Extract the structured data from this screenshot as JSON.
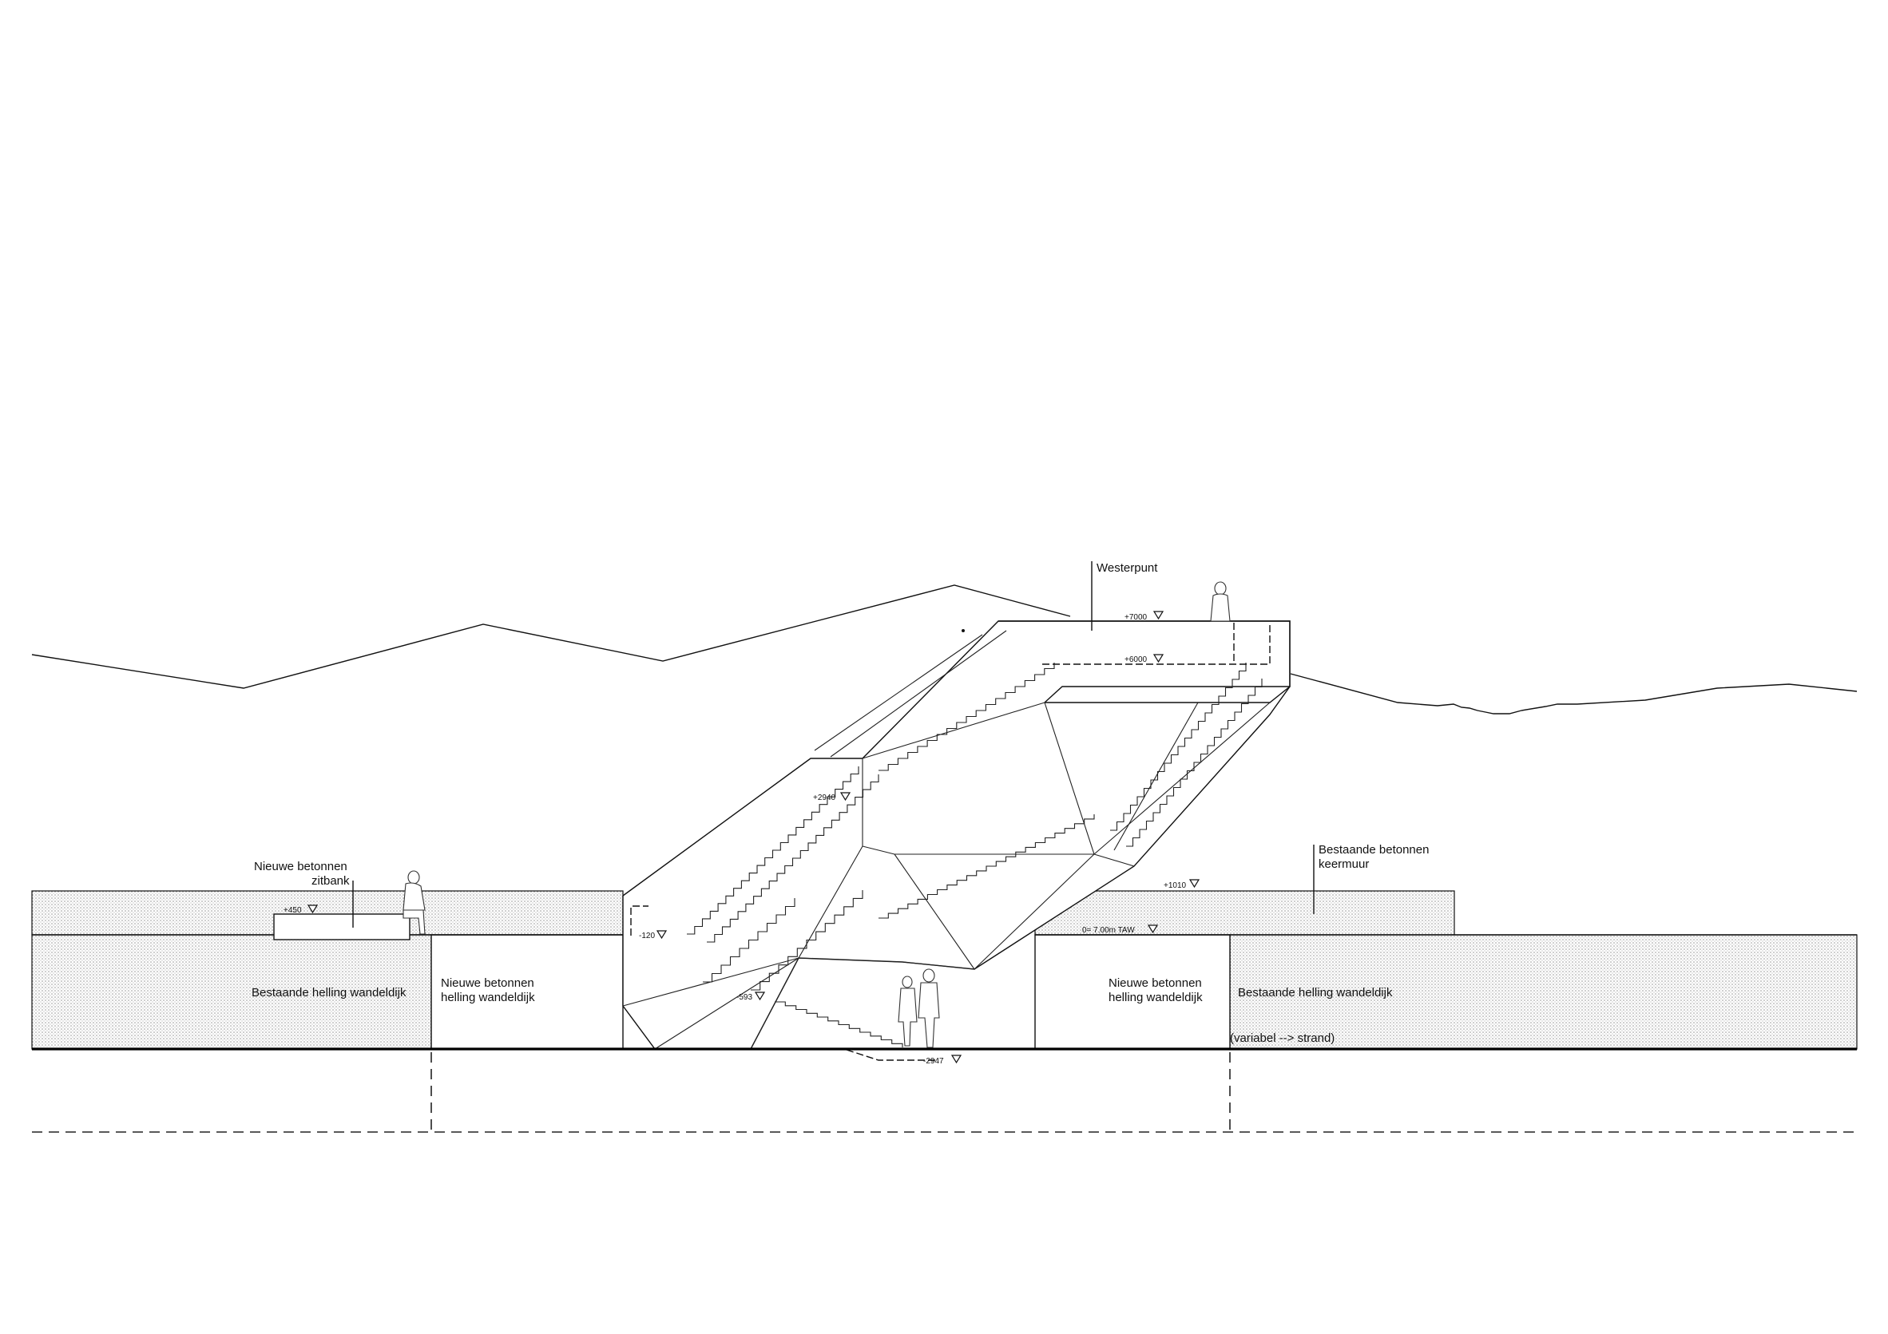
{
  "labels": {
    "westerpunt": "Westerpunt",
    "zitbank_line1": "Nieuwe betonnen",
    "zitbank_line2": "zitbank",
    "keermuur_line1": "Bestaande betonnen",
    "keermuur_line2": "keermuur",
    "bestaande_left": "Bestaande helling wandeldijk",
    "nieuwe_left_line1": "Nieuwe betonnen",
    "nieuwe_left_line2": "helling wandeldijk",
    "nieuwe_right_line1": "Nieuwe betonnen",
    "nieuwe_right_line2": "helling wandeldijk",
    "bestaande_right": "Bestaande helling wandeldijk",
    "variabel": "(variabel --> strand)"
  },
  "levels": {
    "top": "+7000",
    "upper": "+6000",
    "mid": "+2940",
    "keermuur": "+1010",
    "zitbank": "+450",
    "zero": "0= 7.00m TAW",
    "minus120": "-120",
    "lower": "-593",
    "bottom": "-2947"
  },
  "colors": {
    "line": "#111111",
    "hatch": "#9a9a9a",
    "background": "#ffffff"
  }
}
